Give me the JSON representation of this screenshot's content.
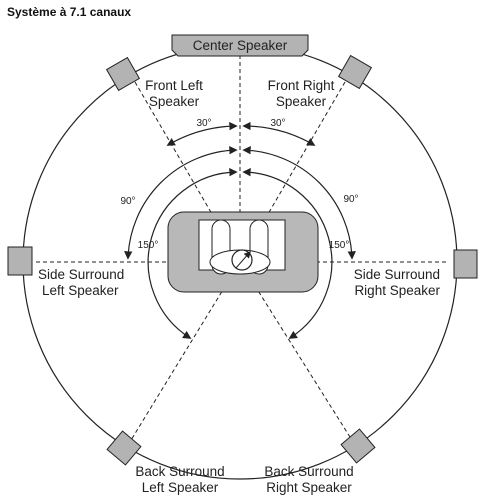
{
  "title": "Système à 7.1 canaux",
  "speakers": {
    "center": "Center Speaker",
    "front_left": [
      "Front Left",
      "Speaker"
    ],
    "front_right": [
      "Front Right",
      "Speaker"
    ],
    "side_left": [
      "Side Surround",
      "Left Speaker"
    ],
    "side_right": [
      "Side Surround",
      "Right Speaker"
    ],
    "back_left": [
      "Back Surround",
      "Left Speaker"
    ],
    "back_right": [
      "Back Surround",
      "Right Speaker"
    ]
  },
  "angles": {
    "front_left": "30°",
    "front_right": "30°",
    "side_left": "90°",
    "side_right": "90°",
    "back_left": "150°",
    "back_right": "150°"
  },
  "colors": {
    "speaker_fill": "#b3b3b3",
    "sofa_fill": "#b8b8b8",
    "line": "#222222"
  }
}
